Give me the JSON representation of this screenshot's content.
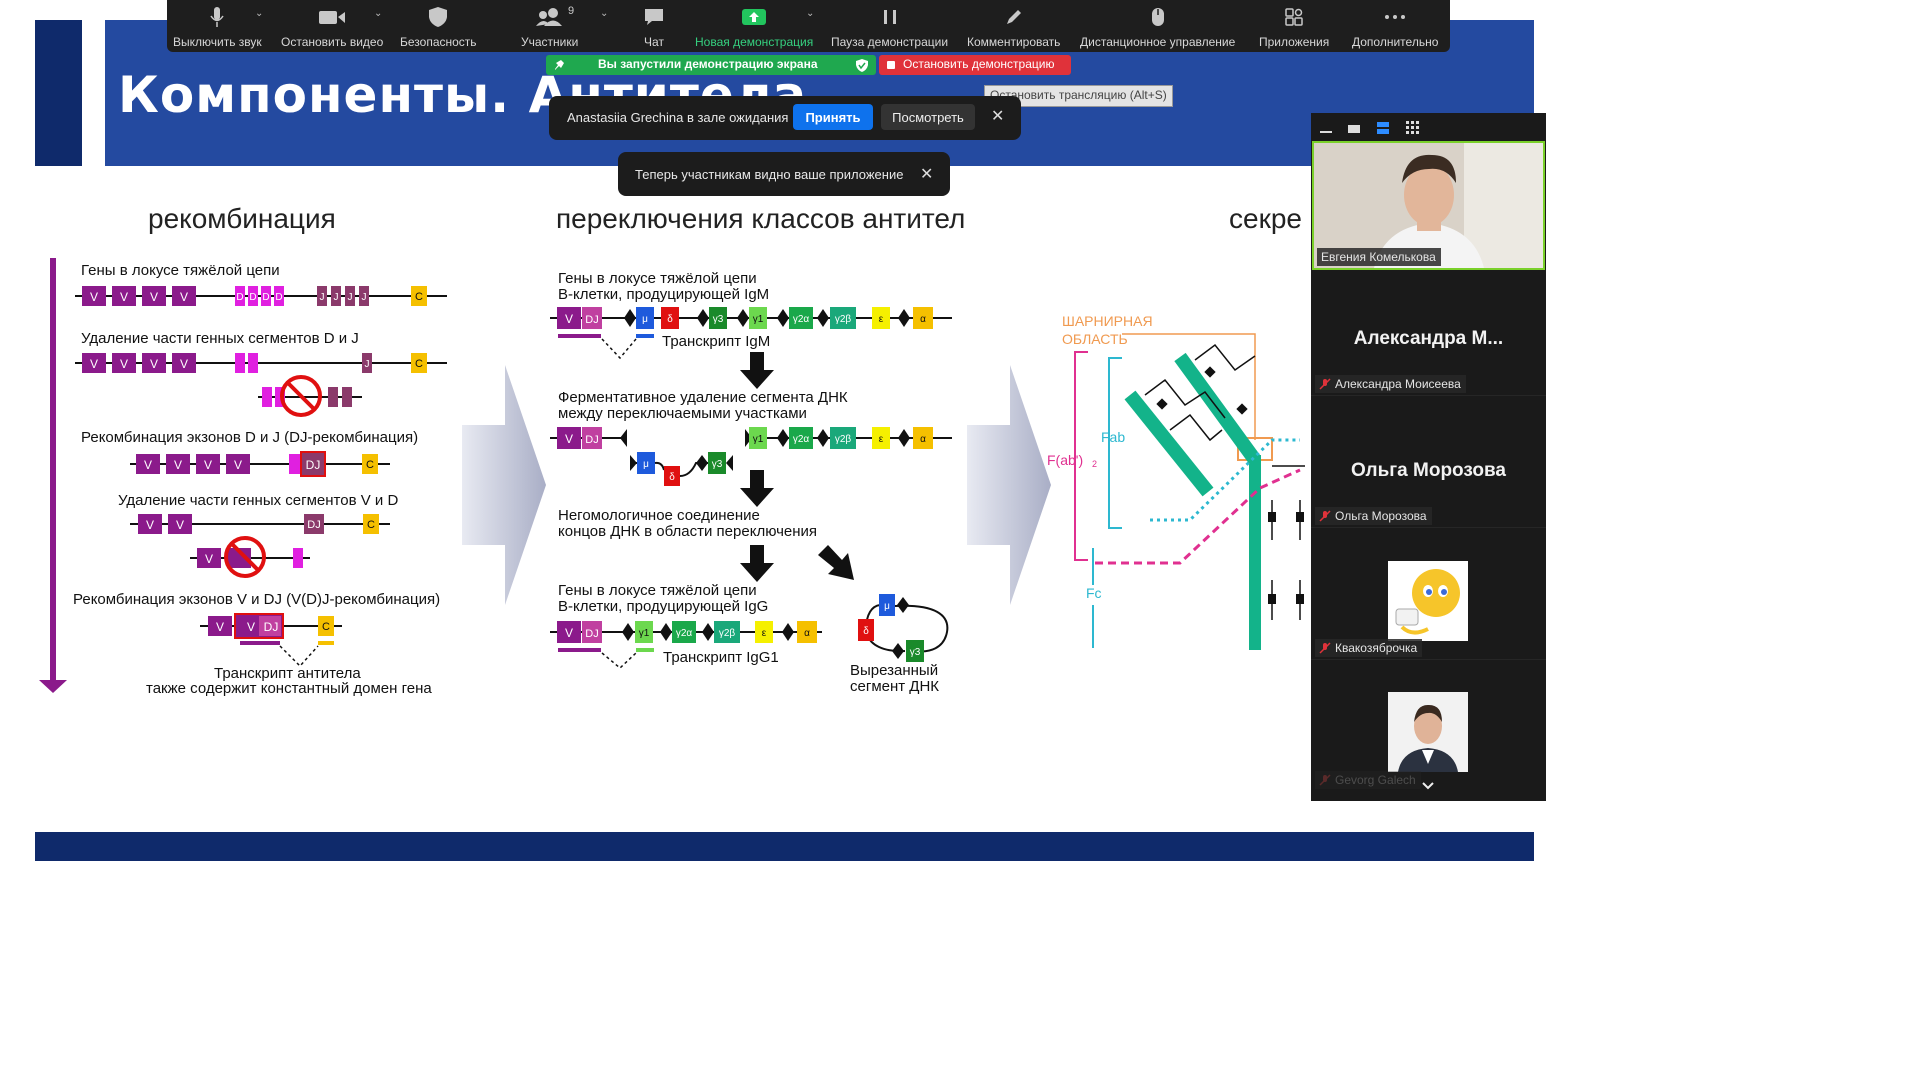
{
  "slide": {
    "title": "Компоненты. Антитела.",
    "columns": {
      "recombination": "рекомбинация",
      "switching": "переключения классов антител",
      "secretion": "секре"
    },
    "recombination": {
      "step1": "Гены в локусе тяжёлой цепи",
      "step2": "Удаление части генных сегментов D и J",
      "step3": "Рекомбинация экзонов D и J (DJ-рекомбинация)",
      "step4": "Удаление части генных сегментов V и D",
      "step5": "Рекомбинация экзонов V и DJ (V(D)J-рекомбинация)",
      "transcript_line1": "Транскрипт антитела",
      "transcript_line2": "также содержит константный домен гена",
      "seg_v": "V",
      "seg_d": "D",
      "seg_j": "J",
      "seg_c": "C",
      "seg_dj": "DJ"
    },
    "switching": {
      "step1_line1": "Гены в локусе тяжёлой цепи",
      "step1_line2": "В-клетки, продуцирующей IgM",
      "transcript_igm": "Транскрипт IgM",
      "step2_line1": "Ферментативное удаление сегмента ДНК",
      "step2_line2": "между переключаемыми участками",
      "step3_line1": "Негомологичное соединение",
      "step3_line2": "концов ДНК в области переключения",
      "step4_line1": "Гены в локусе тяжёлой цепи",
      "step4_line2": "В-клетки, продуцирующей IgG",
      "transcript_igg1": "Транскрипт IgG1",
      "excised_line1": "Вырезанный",
      "excised_line2": "сегмент ДНК",
      "genes": [
        "μ",
        "δ",
        "γ3",
        "γ1",
        "γ2α",
        "γ2β",
        "ε",
        "α"
      ]
    },
    "secretion": {
      "hinge_line1": "ШАРНИРНАЯ",
      "hinge_line2": "ОБЛАСТЬ",
      "fab": "Fab",
      "fab2": "F(ab')",
      "fab2_sub": "2",
      "fc": "Fc"
    }
  },
  "toolbar": {
    "mute": "Выключить звук",
    "stop_video": "Остановить видео",
    "security": "Безопасность",
    "participants": "Участники",
    "participants_count": "9",
    "chat": "Чат",
    "new_share": "Новая демонстрация",
    "pause_share": "Пауза демонстрации",
    "annotate": "Комментировать",
    "remote_control": "Дистанционное управление",
    "apps": "Приложения",
    "more": "Дополнительно"
  },
  "share_status": "Вы запустили демонстрацию экрана",
  "stop_share": "Остановить демонстрацию",
  "tooltip": "Остановить трансляцию (Alt+S)",
  "waiting_room": {
    "text": "Anastasiia Grechina в зале ожидания",
    "admit": "Принять",
    "view": "Посмотреть"
  },
  "notice": "Теперь участникам видно ваше приложение",
  "gallery": {
    "participants": [
      {
        "name": "Евгения Комелькова"
      },
      {
        "display": "Александра  М...",
        "name": "Александра Моисеева"
      },
      {
        "display": "Ольга Морозова",
        "name": "Ольга Морозова"
      },
      {
        "name": "Квакозяброчка"
      },
      {
        "name": "Gevorg Galech"
      }
    ]
  },
  "colors": {
    "header_blue": "#244aa0",
    "dark_blue": "#0f2a6b",
    "zoom_green": "#1fa84f",
    "zoom_red": "#e0323a",
    "zoom_blue": "#0e72ed",
    "v_segment": "#8b1a8b",
    "d_segment": "#e020e0",
    "j_segment": "#8b3a6b",
    "c_segment": "#f5c000",
    "antibody_green": "#13b38a"
  }
}
